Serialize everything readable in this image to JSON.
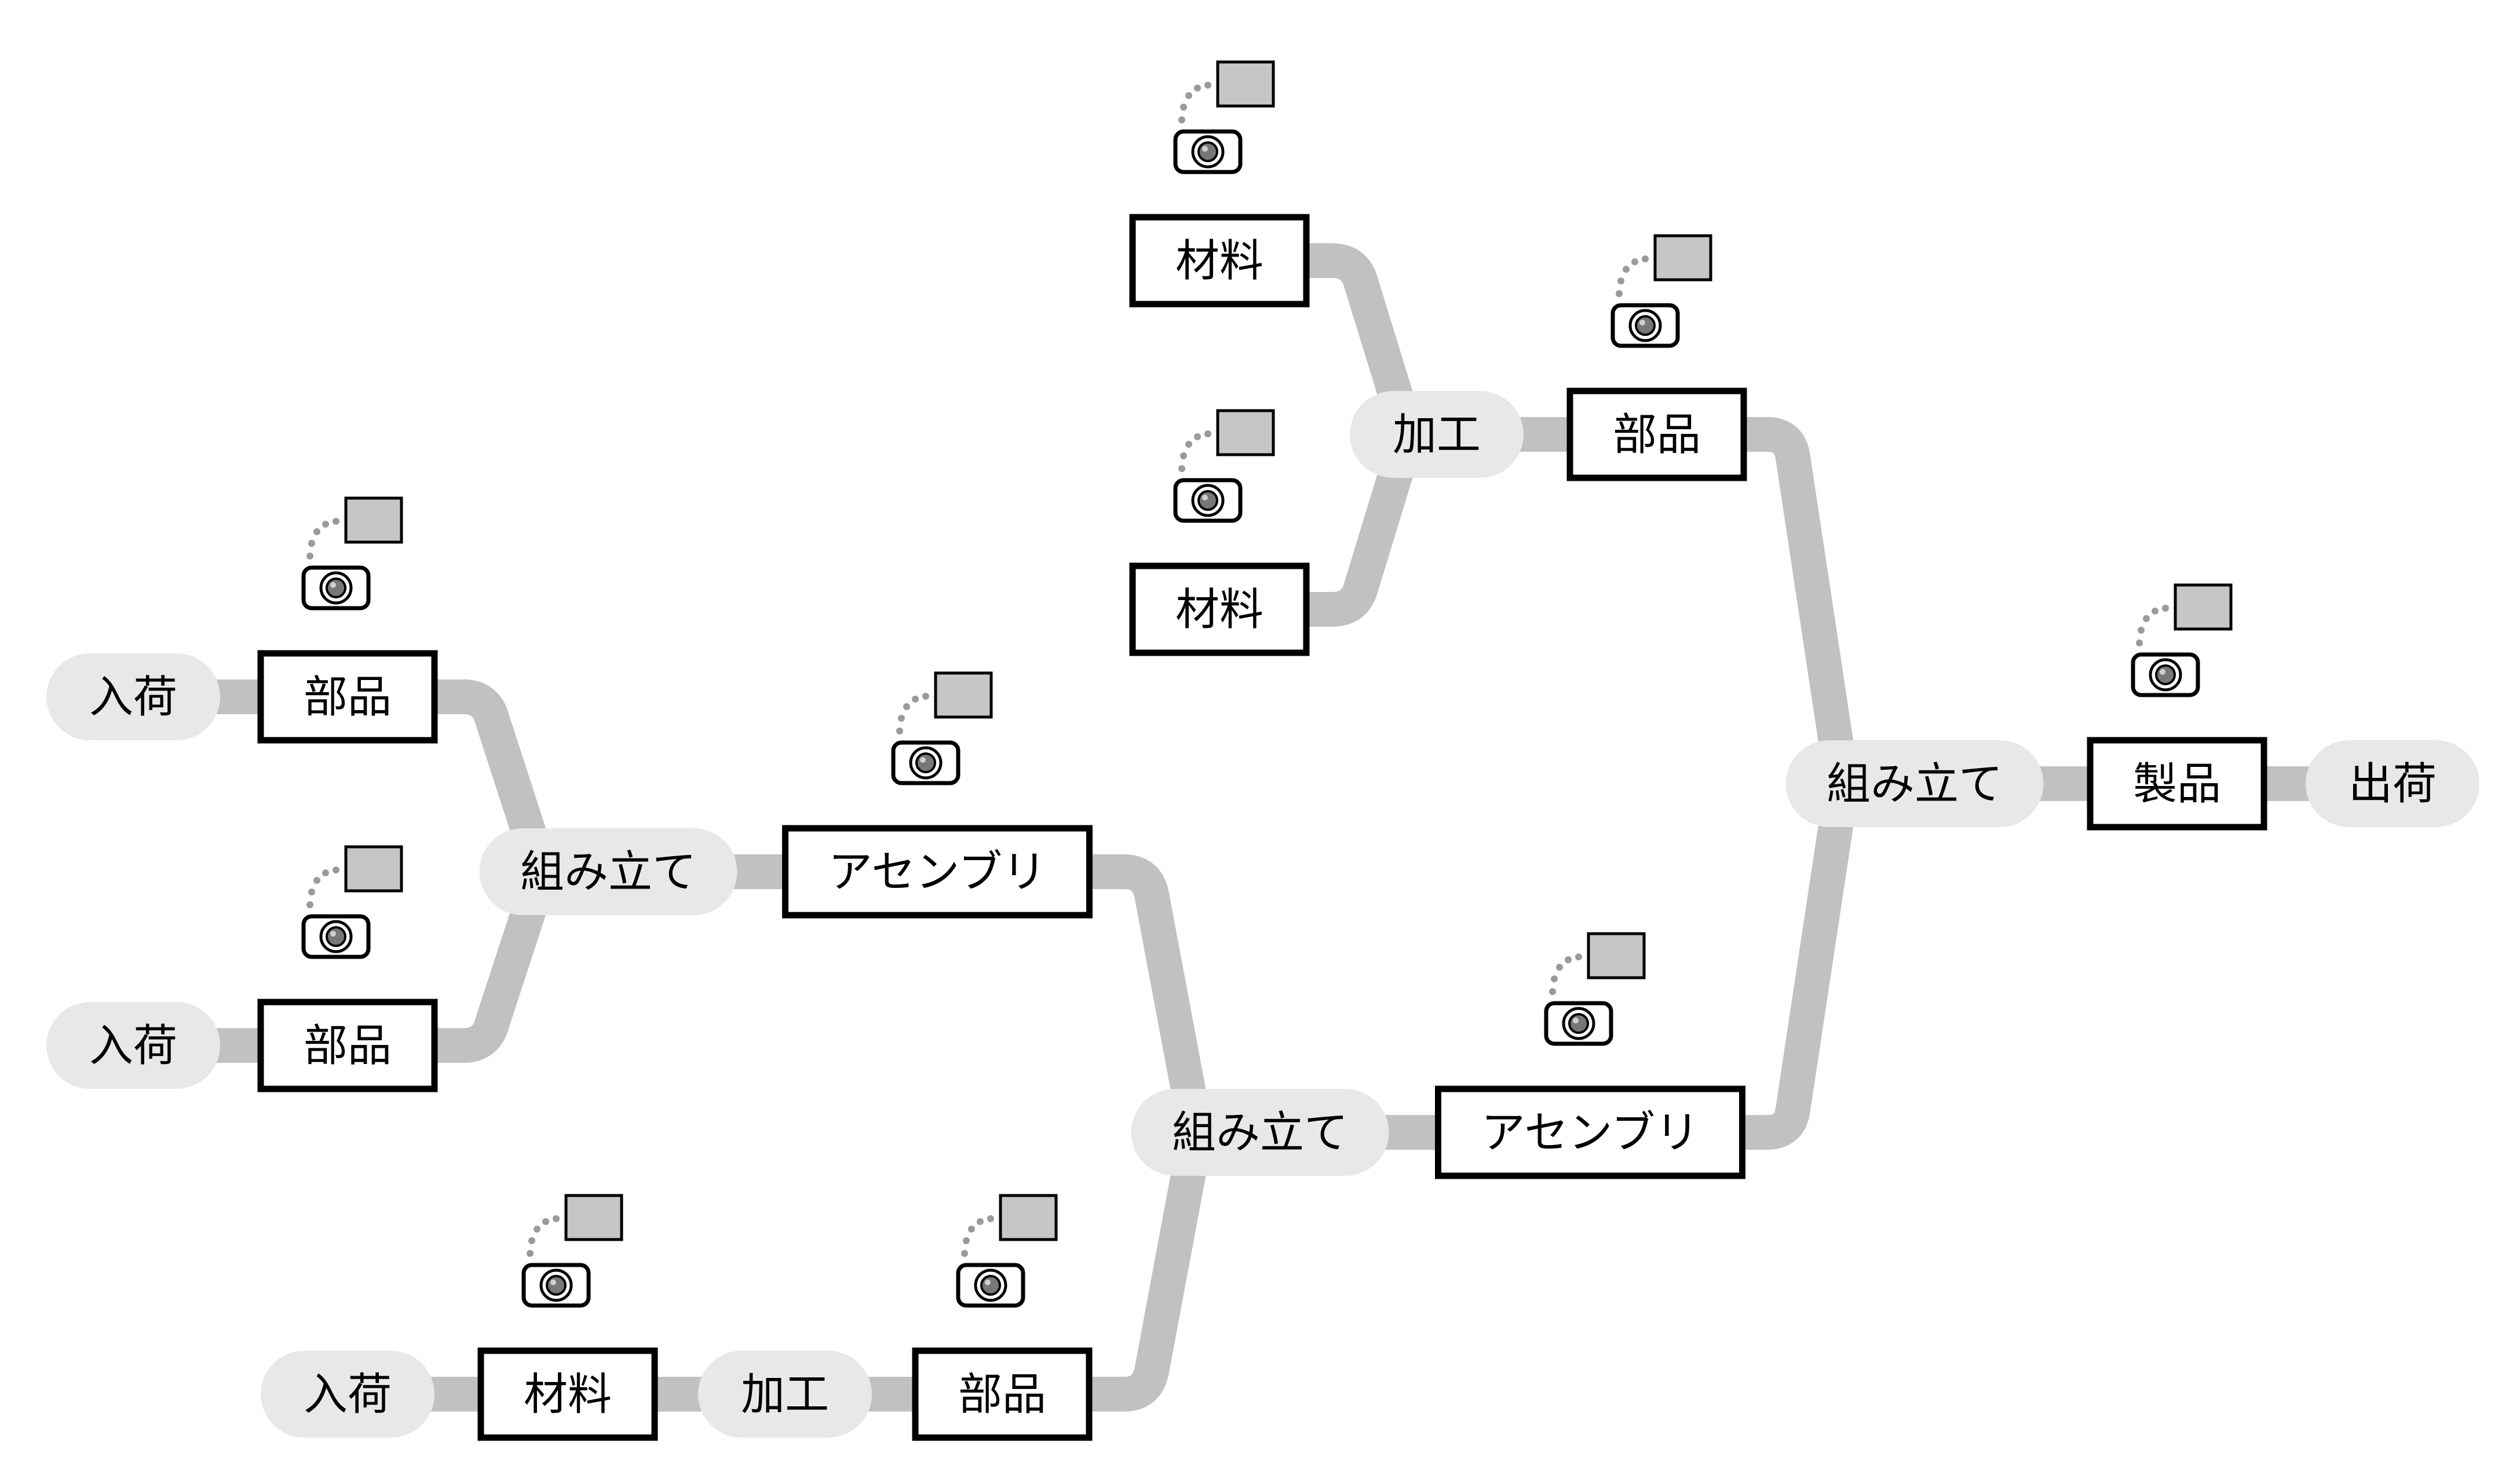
{
  "colors": {
    "flow": "#c1c1c1",
    "process_pill": "#e8e8e8",
    "item_box_border": "#000000",
    "camera_screen": "#c6c6c6"
  },
  "nodes": {
    "n1": {
      "label": "入荷",
      "kind": "process"
    },
    "n2": {
      "label": "部品",
      "kind": "item"
    },
    "n3": {
      "label": "入荷",
      "kind": "process"
    },
    "n4": {
      "label": "部品",
      "kind": "item"
    },
    "n5": {
      "label": "組み立て",
      "kind": "process"
    },
    "n6": {
      "label": "アセンブリ",
      "kind": "item"
    },
    "n7": {
      "label": "入荷",
      "kind": "process"
    },
    "n8": {
      "label": "材料",
      "kind": "item"
    },
    "n9": {
      "label": "加工",
      "kind": "process"
    },
    "n10": {
      "label": "部品",
      "kind": "item"
    },
    "n11": {
      "label": "組み立て",
      "kind": "process"
    },
    "n12": {
      "label": "アセンブリ",
      "kind": "item"
    },
    "n13": {
      "label": "材料",
      "kind": "item"
    },
    "n14": {
      "label": "材料",
      "kind": "item"
    },
    "n15": {
      "label": "加工",
      "kind": "process"
    },
    "n16": {
      "label": "部品",
      "kind": "item"
    },
    "n17": {
      "label": "組み立て",
      "kind": "process"
    },
    "n18": {
      "label": "製品",
      "kind": "item"
    },
    "n19": {
      "label": "出荷",
      "kind": "process"
    }
  },
  "edges": [
    [
      "n1",
      "n2"
    ],
    [
      "n3",
      "n4"
    ],
    [
      "n2",
      "n5"
    ],
    [
      "n4",
      "n5"
    ],
    [
      "n5",
      "n6"
    ],
    [
      "n7",
      "n8"
    ],
    [
      "n8",
      "n9"
    ],
    [
      "n9",
      "n10"
    ],
    [
      "n6",
      "n11"
    ],
    [
      "n10",
      "n11"
    ],
    [
      "n11",
      "n12"
    ],
    [
      "n13",
      "n15"
    ],
    [
      "n14",
      "n15"
    ],
    [
      "n15",
      "n16"
    ],
    [
      "n16",
      "n17"
    ],
    [
      "n12",
      "n17"
    ],
    [
      "n17",
      "n18"
    ],
    [
      "n18",
      "n19"
    ]
  ],
  "cameras": [
    {
      "attached_to": "n2",
      "icon": "camera-icon"
    },
    {
      "attached_to": "n4",
      "icon": "camera-icon"
    },
    {
      "attached_to": "n6",
      "icon": "camera-icon"
    },
    {
      "attached_to": "n8",
      "icon": "camera-icon"
    },
    {
      "attached_to": "n10",
      "icon": "camera-icon"
    },
    {
      "attached_to": "n12",
      "icon": "camera-icon"
    },
    {
      "attached_to": "n13",
      "icon": "camera-icon"
    },
    {
      "attached_to": "n14",
      "icon": "camera-icon"
    },
    {
      "attached_to": "n16",
      "icon": "camera-icon"
    },
    {
      "attached_to": "n18",
      "icon": "camera-icon"
    }
  ]
}
